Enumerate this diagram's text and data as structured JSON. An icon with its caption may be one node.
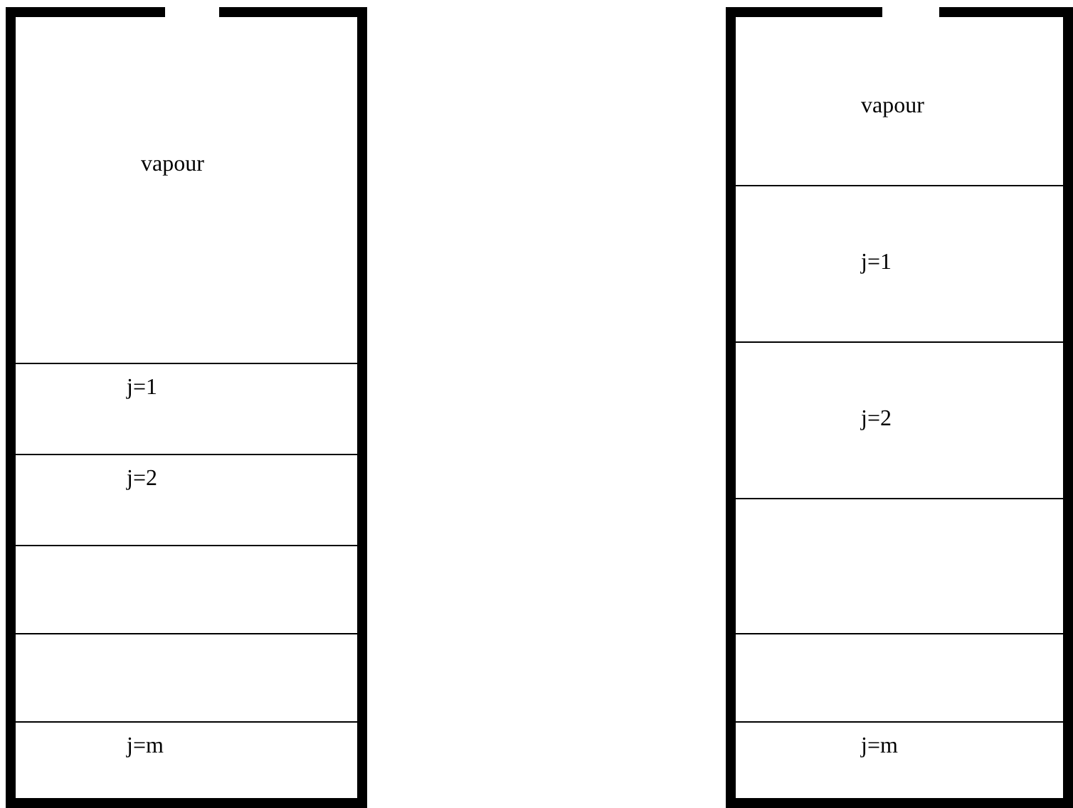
{
  "diagram": {
    "nodes": [
      {
        "text": [],
        "shape": "box"
      },
      {
        "text": [
          "vapour"
        ],
        "in": 0
      },
      {
        "text": [
          "j=1"
        ],
        "in": 0
      },
      {
        "text": [
          "j=2"
        ],
        "in": 0
      },
      {
        "text": [],
        "shape": "box",
        "in": 0
      },
      {
        "text": [],
        "shape": "box",
        "in": 0
      },
      {
        "text": [
          "j=m"
        ],
        "in": 0
      },
      {
        "text": [],
        "shape": "box"
      },
      {
        "text": [
          "vapour"
        ],
        "in": 7
      },
      {
        "text": [
          "j=1"
        ],
        "in": 7
      },
      {
        "text": [
          "j=2"
        ],
        "in": 7
      },
      {
        "text": [],
        "shape": "box",
        "in": 7
      },
      {
        "text": [],
        "shape": "box",
        "in": 7
      },
      {
        "text": [
          "j=m"
        ],
        "in": 7
      }
    ]
  }
}
